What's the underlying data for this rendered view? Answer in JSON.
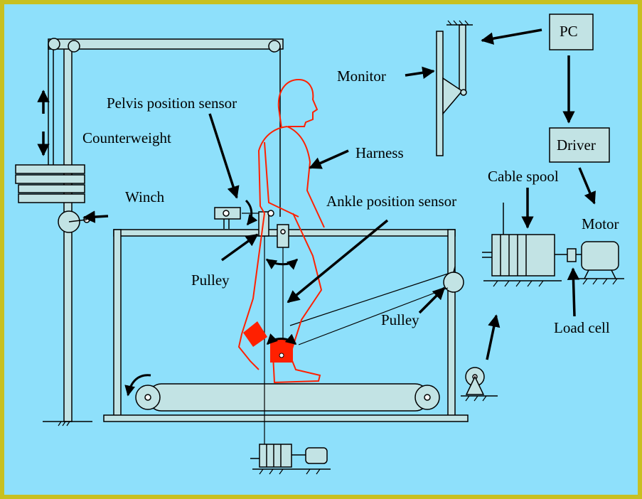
{
  "labels": {
    "pc": "PC",
    "monitor": "Monitor",
    "pelvis_sensor": "Pelvis  position sensor",
    "counterweight": "Counterweight",
    "harness": "Harness",
    "winch": "Winch",
    "ankle_sensor": "Ankle position sensor",
    "driver": "Driver",
    "cable_spool": "Cable spool",
    "motor": "Motor",
    "pulley_left": "Pulley",
    "pulley_right": "Pulley",
    "load_cell": "Load cell"
  },
  "colors": {
    "border": "#c8c020",
    "background": "#8ee0fb",
    "component_fill": "#c2e3e4",
    "body_outline": "#ff2000",
    "ankle_pad": "#ff2000",
    "line": "#000000"
  },
  "icons": [
    "pulley-icon",
    "motor-icon",
    "arrow-icon"
  ]
}
